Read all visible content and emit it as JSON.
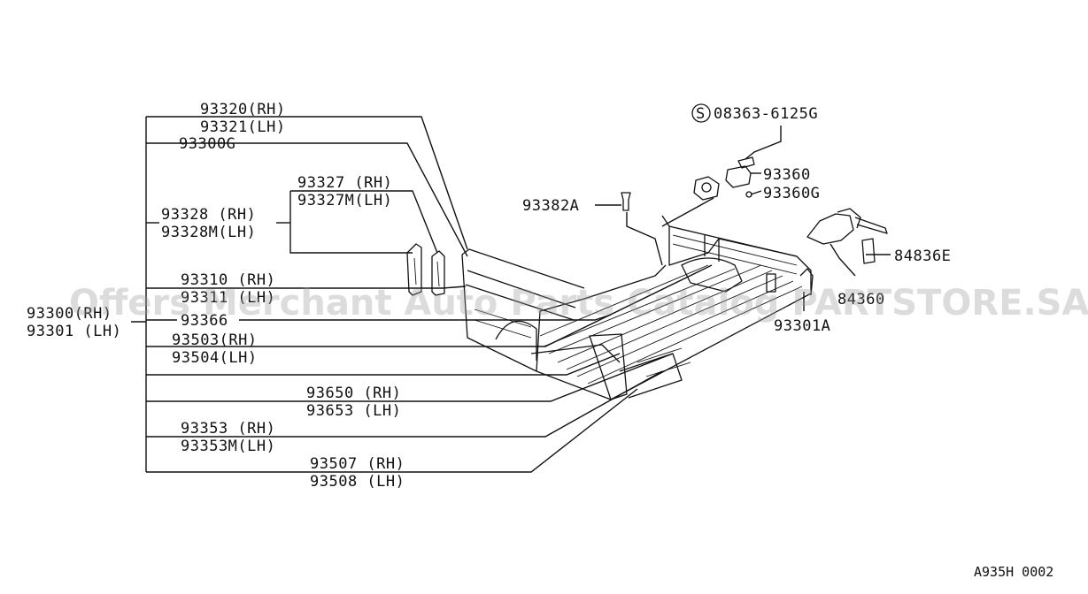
{
  "labels": {
    "p93320": "93320(RH)",
    "p93321": "93321(LH)",
    "p93300G": "93300G",
    "p93327": "93327 (RH)",
    "p93327M": "93327M(LH)",
    "p93328": "93328 (RH)",
    "p93328M": "93328M(LH)",
    "p93310": "93310 (RH)",
    "p93311": "93311 (LH)",
    "p93300": "93300(RH)",
    "p93301": "93301 (LH)",
    "p93366": "93366",
    "p93503": "93503(RH)",
    "p93504": "93504(LH)",
    "p93650": "93650 (RH)",
    "p93653": "93653 (LH)",
    "p93353": "93353 (RH)",
    "p93353M": "93353M(LH)",
    "p93507": "93507 (RH)",
    "p93508": "93508 (LH)",
    "p08363_s": "S",
    "p08363": "08363-6125G",
    "p93360": "93360",
    "p93360G": "93360G",
    "p93382A": "93382A",
    "p84836E": "84836E",
    "p84360": "84360",
    "p93301A": "93301A"
  },
  "watermark": "Offers Merchant Auto Parts Catalog PARTSTORE.SA",
  "diagram_code": "A935H 0002"
}
